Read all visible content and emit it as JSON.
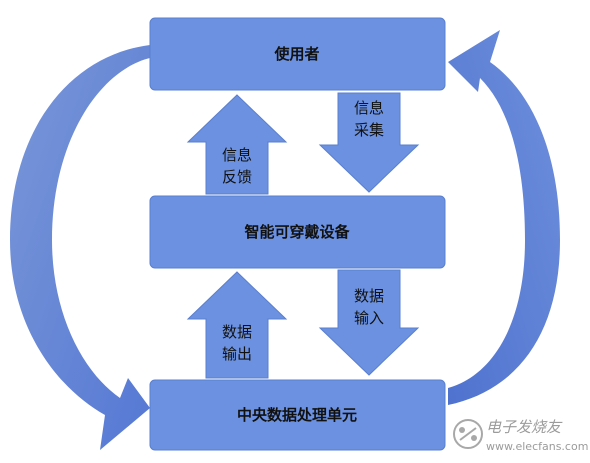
{
  "colors": {
    "box_fill": "#6b91e0",
    "box_stroke": "#5a7fcf",
    "curve_fill": "#5b7fd9",
    "text": "#111111",
    "watermark": "#8a8a8a"
  },
  "boxes": {
    "user": "使用者",
    "device": "智能可穿戴设备",
    "cpu": "中央数据处理单元"
  },
  "arrows": {
    "info_collect": [
      "信息",
      "采集"
    ],
    "info_feedback": [
      "信息",
      "反馈"
    ],
    "data_input": [
      "数据",
      "输入"
    ],
    "data_output": [
      "数据",
      "输出"
    ]
  },
  "watermark": {
    "text": "电子发烧友",
    "url": "www.elecfans.com",
    "icon": "elecfans-logo-icon"
  }
}
